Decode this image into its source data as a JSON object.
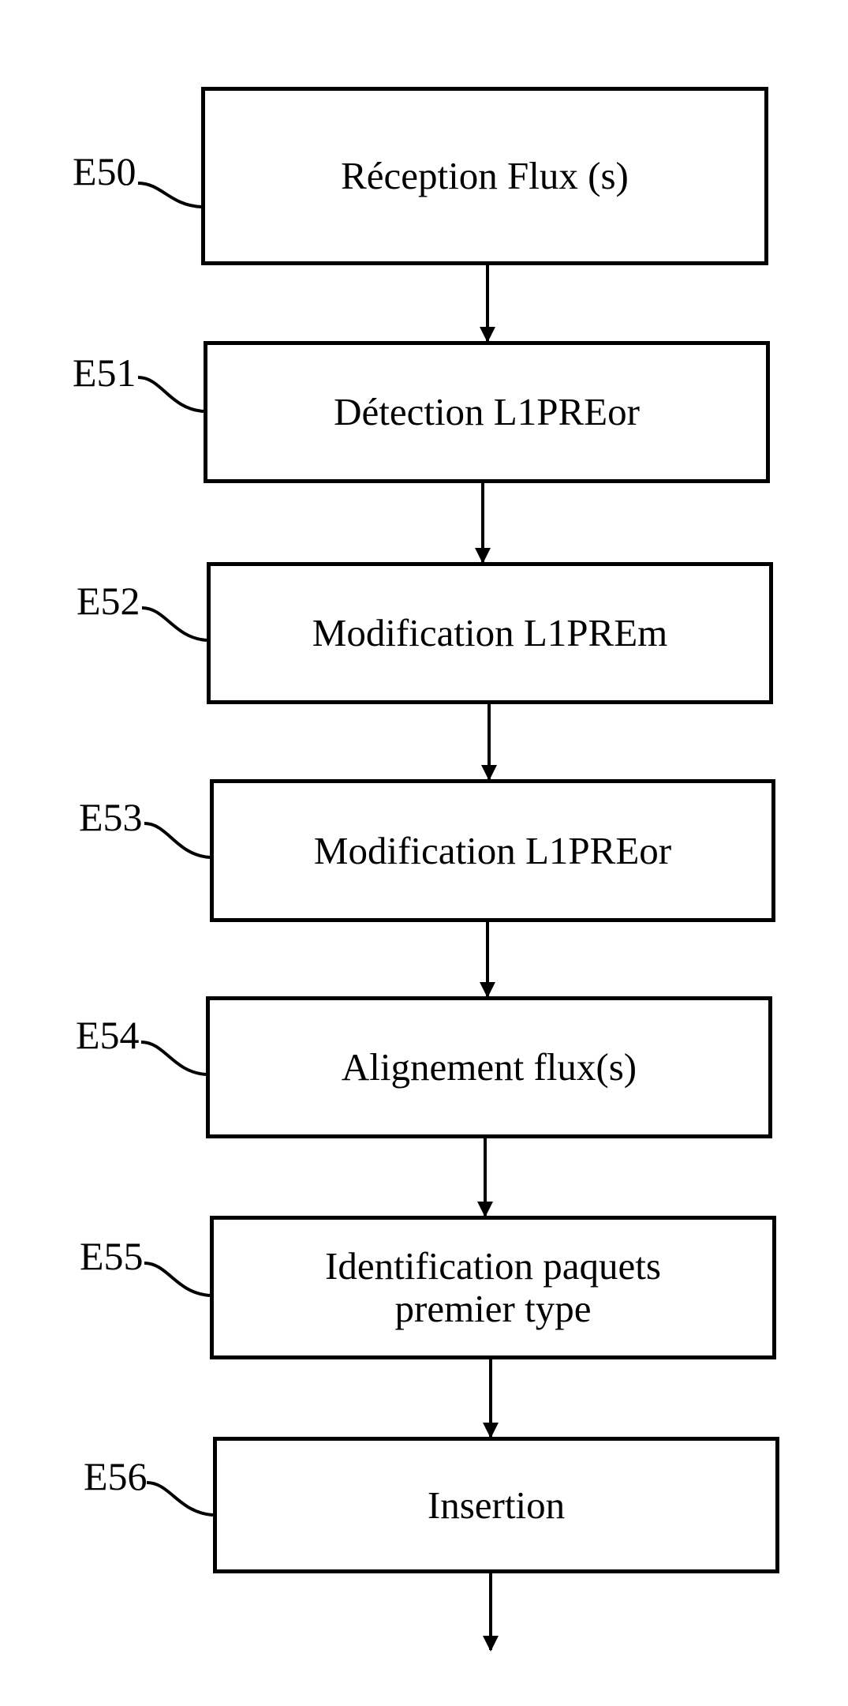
{
  "steps": [
    {
      "id": "E50",
      "label": "Réception Flux (s)"
    },
    {
      "id": "E51",
      "label": "Détection L1PREor"
    },
    {
      "id": "E52",
      "label": "Modification L1PREm"
    },
    {
      "id": "E53",
      "label": "Modification L1PREor"
    },
    {
      "id": "E54",
      "label": "Alignement flux(s)"
    },
    {
      "id": "E55",
      "label": "Identification paquets\npremier type"
    },
    {
      "id": "E56",
      "label": "Insertion"
    }
  ]
}
